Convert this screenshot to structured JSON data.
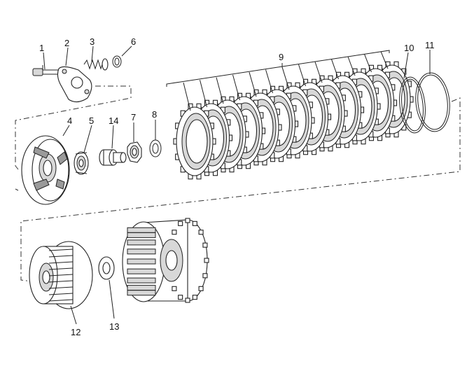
{
  "labels": {
    "p1": "1",
    "p2": "2",
    "p3": "3",
    "p4": "4",
    "p5": "5",
    "p6": "6",
    "p7": "7",
    "p8": "8",
    "p9": "9",
    "p10": "10",
    "p11": "11",
    "p12": "12",
    "p13": "13",
    "p14": "14"
  }
}
